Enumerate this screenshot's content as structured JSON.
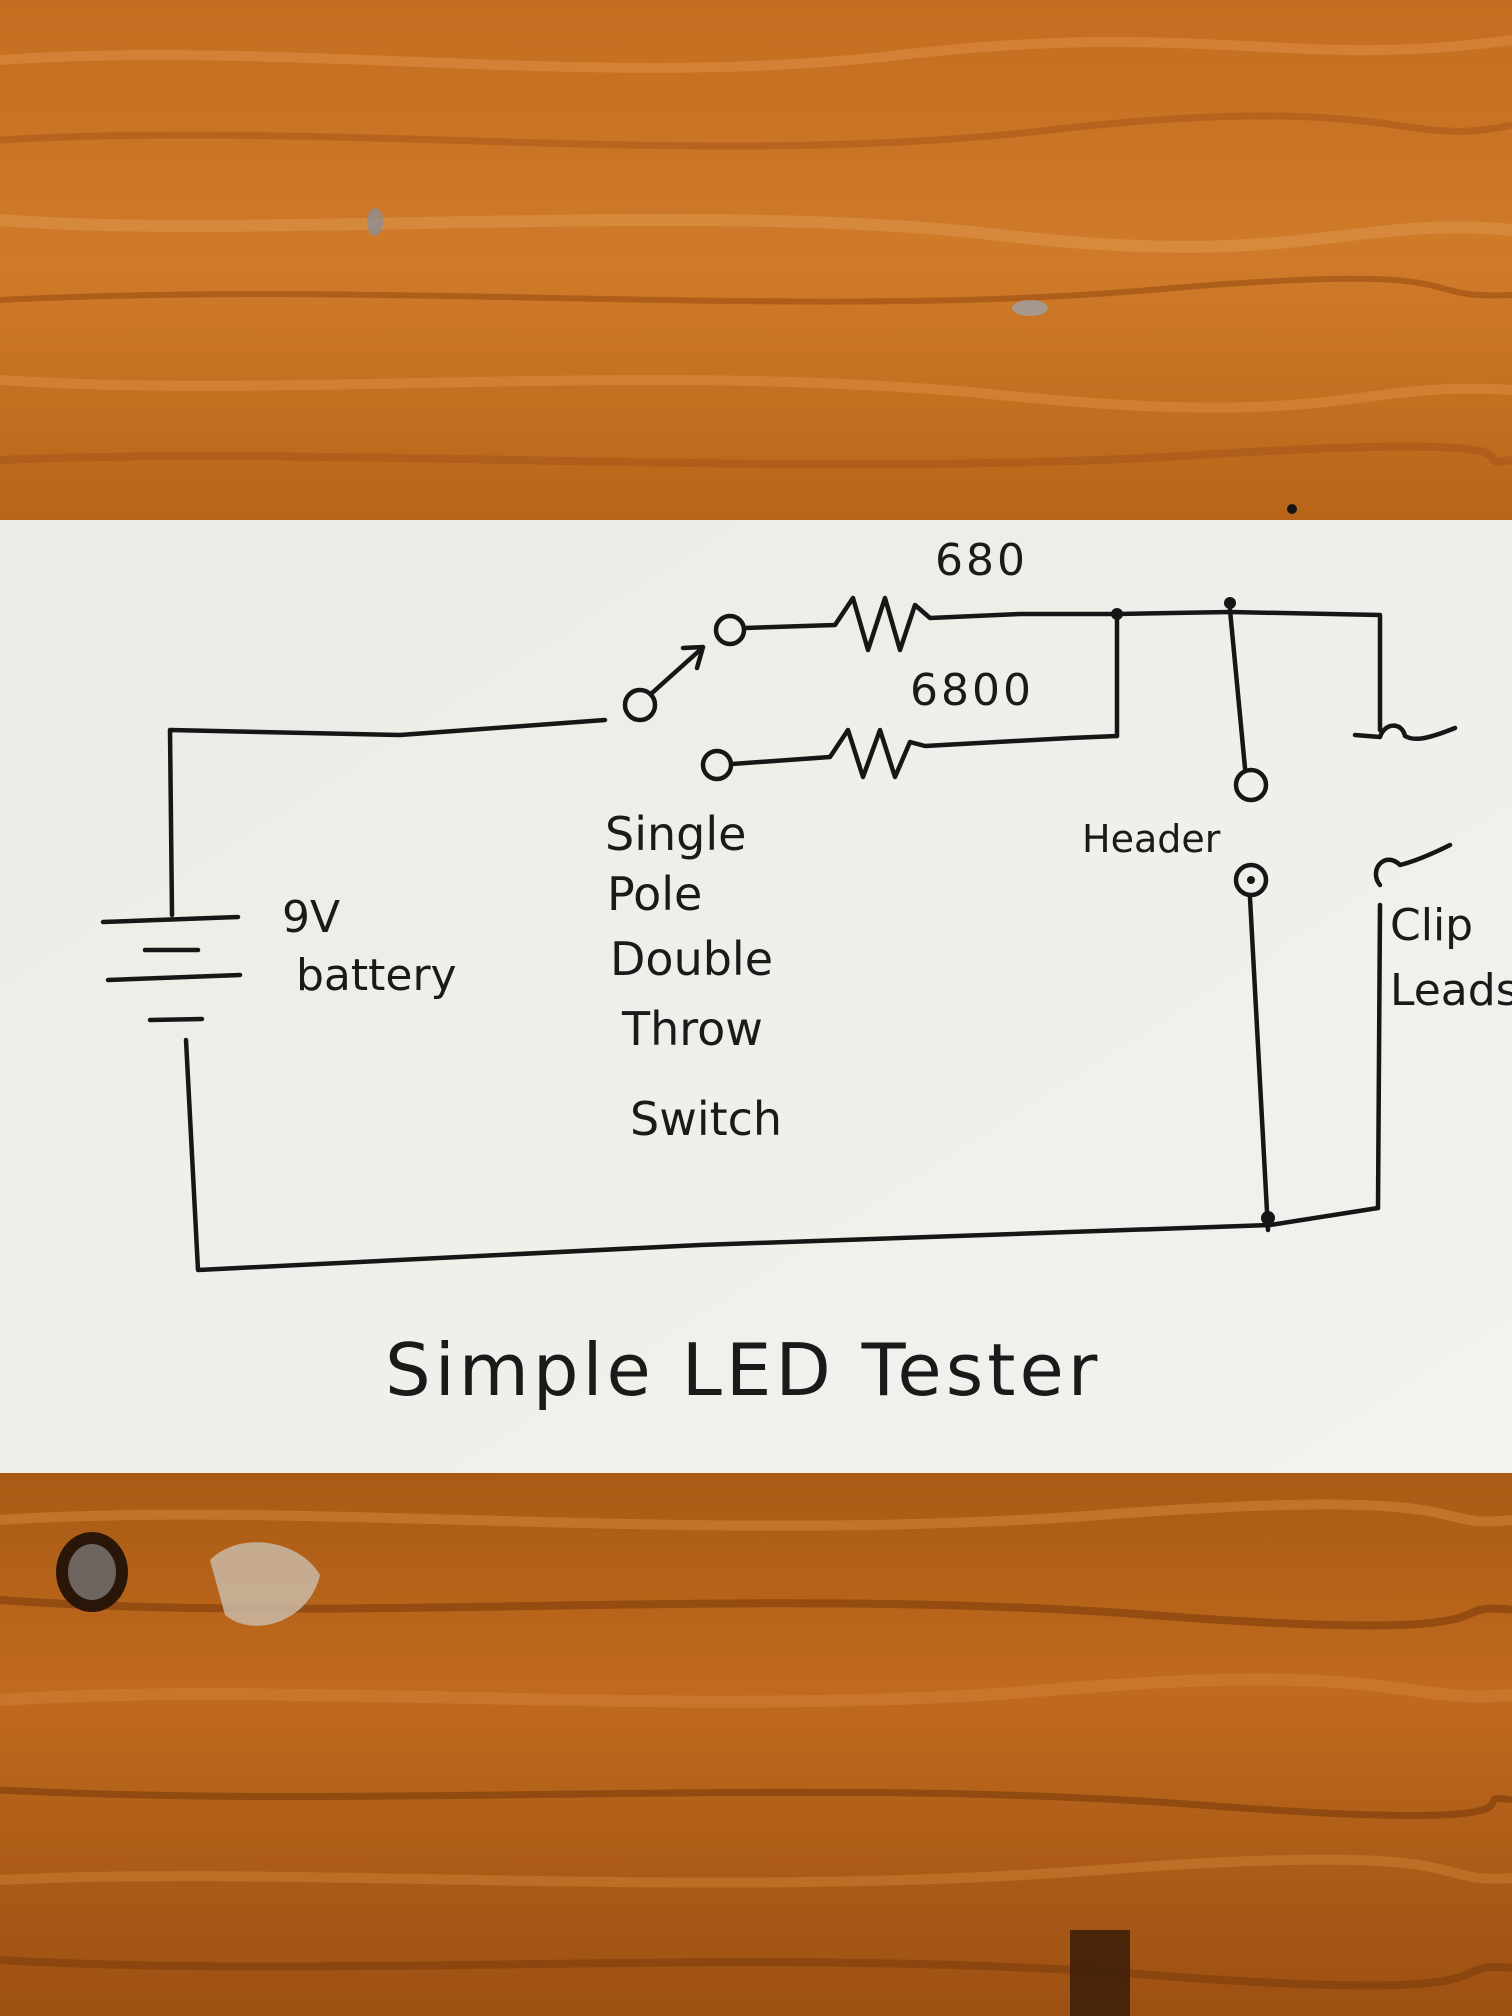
{
  "diagram": {
    "title": "Simple LED Tester",
    "resistor_top_value": "680",
    "resistor_bottom_value": "6800",
    "battery_label_line1": "9V",
    "battery_label_line2": "battery",
    "switch_label": [
      "Single",
      "Pole",
      "Double",
      "Throw",
      "Switch"
    ],
    "header_label": "Header",
    "clip_label_line1": "Clip",
    "clip_label_line2": "Leads"
  },
  "colors": {
    "wood_base": "#b8661c",
    "wood_light": "#cf7f2e",
    "wood_dark": "#8a4510",
    "paper": "#efeeea",
    "ink": "#161616"
  }
}
